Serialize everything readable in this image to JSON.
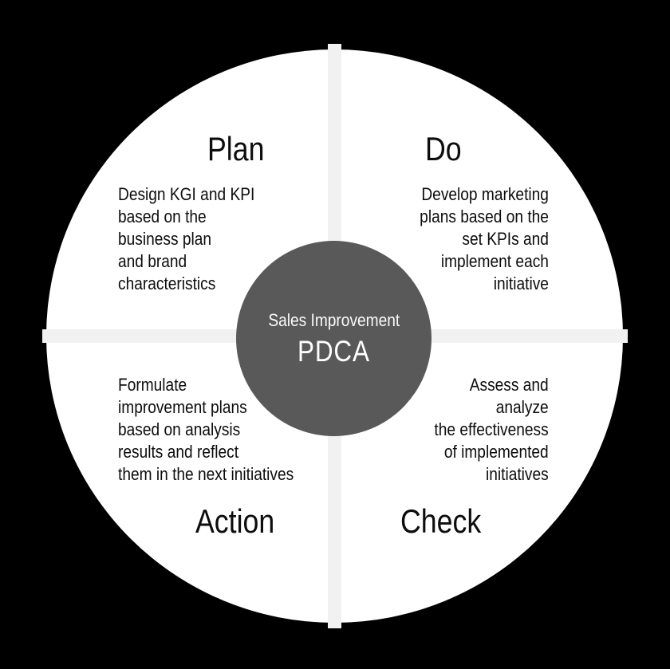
{
  "colors": {
    "background": "#000000",
    "main_circle_fill": "#ffffff",
    "divider_band": "#f1f1f1",
    "center_circle_fill": "#595959",
    "center_text": "#ffffff",
    "quadrant_text": "#0d0d0d"
  },
  "center": {
    "subtitle": "Sales Improvement",
    "title": "PDCA"
  },
  "quadrants": [
    {
      "id": "plan",
      "label": "Plan",
      "description": "Design KGI and KPI\nbased on the\nbusiness plan\nand brand\ncharacteristics"
    },
    {
      "id": "do",
      "label": "Do",
      "description": "Develop marketing\nplans based on the\nset KPIs and\nimplement each\ninitiative"
    },
    {
      "id": "action",
      "label": "Action",
      "description": "Formulate\nimprovement plans\nbased on analysis\nresults and reflect\nthem in the next initiatives"
    },
    {
      "id": "check",
      "label": "Check",
      "description": "Assess and\nanalyze\nthe effectiveness\nof implemented\ninitiatives"
    }
  ]
}
